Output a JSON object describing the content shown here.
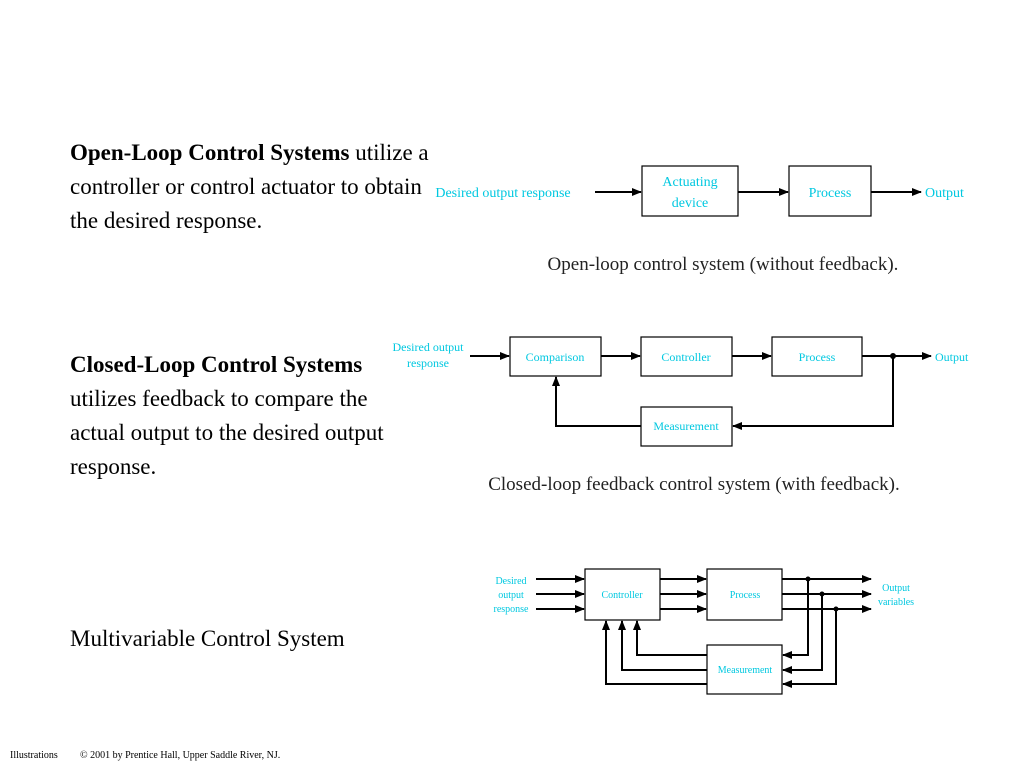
{
  "text": {
    "open_title": "Open-Loop Control Systems",
    "open_body": "utilize a controller or control actuator to obtain the desired response.",
    "closed_title": "Closed-Loop Control Systems",
    "closed_body": "utilizes feedback to compare the actual output to the desired output response.",
    "multi_title": "Multivariable Control System"
  },
  "diagram_open": {
    "input": "Desired output response",
    "actuator_1": "Actuating",
    "actuator_2": "device",
    "process": "Process",
    "output": "Output",
    "caption": "Open-loop control system (without feedback)."
  },
  "diagram_closed": {
    "input_1": "Desired output",
    "input_2": "response",
    "comparison": "Comparison",
    "controller": "Controller",
    "process": "Process",
    "output": "Output",
    "measurement": "Measurement",
    "caption": "Closed-loop feedback control system (with feedback)."
  },
  "diagram_multi": {
    "input_1": "Desired",
    "input_2": "output",
    "input_3": "response",
    "controller": "Controller",
    "process": "Process",
    "output_1": "Output",
    "output_2": "variables",
    "measurement": "Measurement"
  },
  "footer": {
    "left": "Illustrations",
    "right": "© 2001 by Prentice Hall, Upper Saddle River, NJ."
  },
  "colors": {
    "label_cyan": "#00c8e0",
    "line": "#000000"
  }
}
